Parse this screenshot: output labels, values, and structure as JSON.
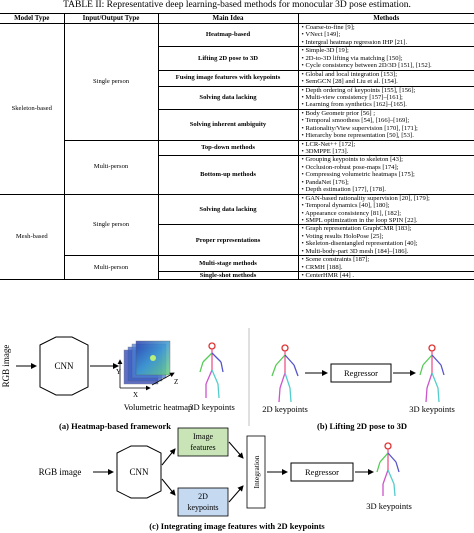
{
  "caption": "TABLE II: Representative deep learning-based methods for monocular 3D pose estimation.",
  "table": {
    "headers": [
      "Model Type",
      "Input/Output Type",
      "Main Idea",
      "Methods"
    ],
    "skeleton": {
      "model_type": "Skeleton-based",
      "single_label": "Single person",
      "multi_label": "Multi-person",
      "single": [
        {
          "idea": "Heatmap-based",
          "methods": [
            "Coarse-to-fine [9];",
            "VNect [149];",
            "Intergral heatmap regression IHP [21]."
          ]
        },
        {
          "idea": "Lifting 2D pose to 3D",
          "methods": [
            "Simple-3D [19];",
            "2D-to-3D lifting via matching [150];",
            "Cycle consistency between 2D/3D [151], [152]."
          ]
        },
        {
          "idea": "Fusing image features with keypoints",
          "methods": [
            "Global and local integration [153];",
            "SemGCN [28] and Liu et al. [154]."
          ]
        },
        {
          "idea": "Solving data lacking",
          "methods": [
            "Depth ordering of keypoints [155], [156];",
            "Multi-view consistency [157]–[161];",
            "Learning from synthetics [162]–[165]."
          ]
        },
        {
          "idea": "Solving inherent ambiguity",
          "methods": [
            "Body Geometr prior [56] ;",
            "Temporal smoothess [54], [166]–[169];",
            "Rationality/View supervision [170], [171];",
            "Hierarchy bone representation [50], [53]."
          ]
        }
      ],
      "multi": [
        {
          "idea": "Top-down methods",
          "methods": [
            "LCR-Net++ [172];",
            "3DMPPE [173]."
          ]
        },
        {
          "idea": "Bottom-up methods",
          "methods": [
            "Grouping keypoints to skeleton [43];",
            "Occlusion-robust pose-maps [174];",
            "Compressing volumetric heatmaps [175];",
            "PandaNet [176];",
            "Depth estimation [177], [178]."
          ]
        }
      ]
    },
    "mesh": {
      "model_type": "Mesh-based",
      "single_label": "Single person",
      "multi_label": "Multi-person",
      "single": [
        {
          "idea": "Solving data lacking",
          "methods": [
            "GAN-based rationality supervision [20], [179];",
            "Temporal dynamics [40], [180];",
            "Appearance consistency [81], [182];",
            "SMPL optimization in the loop SPIN [22]."
          ]
        },
        {
          "idea": "Proper representations",
          "methods": [
            "Graph representation GraphCMR [183];",
            "Voting results HoloPose [25];",
            "Skeleton-disentangled representation [40];",
            "Multi-body-part 3D mesh [184]–[186]."
          ]
        }
      ],
      "multi": [
        {
          "idea": "Multi-stage methods",
          "methods": [
            "Scene constraints [187];",
            "CRMH [188]."
          ]
        },
        {
          "idea": "Single-shot methods",
          "methods": [
            "CenterHMR [44] ."
          ]
        }
      ]
    }
  },
  "figure": {
    "panel_a": {
      "input": "RGB image",
      "net": "CNN",
      "axes": [
        "Y",
        "X",
        "Z"
      ],
      "heatmap_label": "Volumetric heatmap",
      "output": "3D keypoints",
      "caption": "(a) Heatmap-based framework"
    },
    "panel_b": {
      "input": "2D keypoints",
      "regressor": "Regressor",
      "output": "3D keypoints",
      "caption": "(b) Lifting 2D pose to 3D"
    },
    "panel_c": {
      "input": "RGB image",
      "net": "CNN",
      "image_features": [
        "Image",
        "features"
      ],
      "keypoints": [
        "2D",
        "keypoints"
      ],
      "integration": "Integration",
      "regressor": "Regressor",
      "output": "3D keypoints",
      "caption": "(c) Integrating image features with 2D keypoints"
    },
    "colors": {
      "image_features": "#c9e5b8",
      "keypoints": "#c5d9f1",
      "heatmap": "#5b7bd6"
    }
  }
}
